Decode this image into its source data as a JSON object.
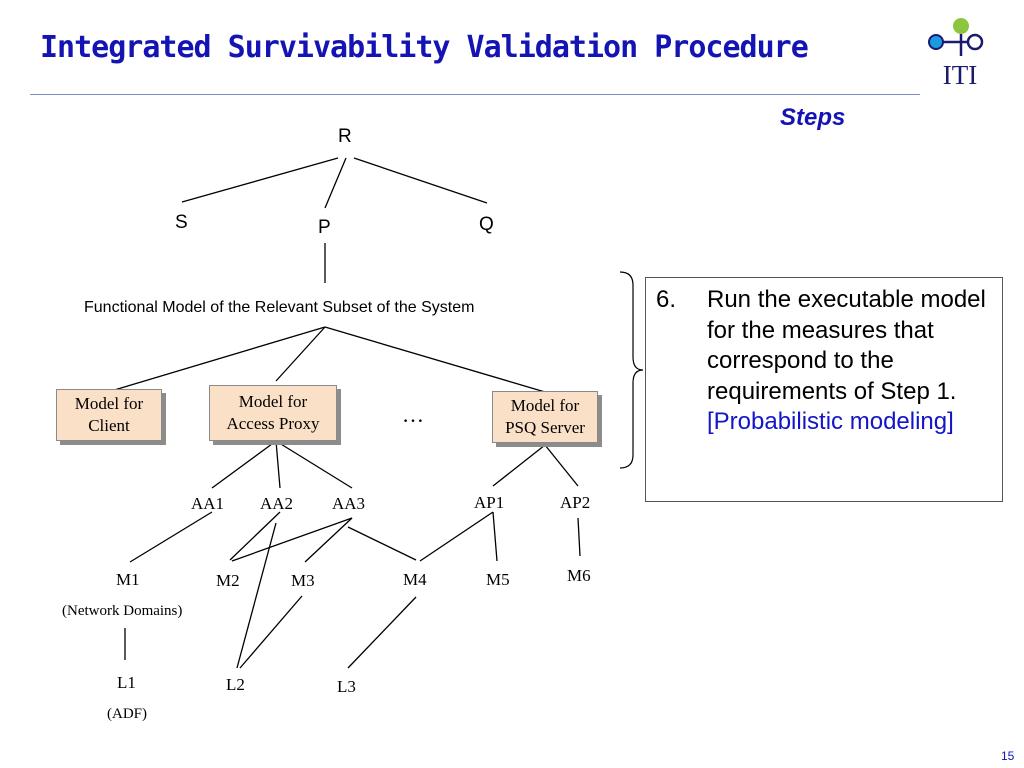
{
  "slide": {
    "title": "Integrated Survivability Validation Procedure",
    "subtitle": "Steps",
    "page_number": "15",
    "logo_text": "ITI",
    "title_color": "#1414b4",
    "box_fill": "#fbe0c8"
  },
  "diagram": {
    "requirements": {
      "root": "R",
      "children": [
        "S",
        "P",
        "Q"
      ]
    },
    "functional_model": "Functional Model of the Relevant Subset of the System",
    "models": [
      {
        "line1": "Model for",
        "line2": "Client"
      },
      {
        "line1": "Model for",
        "line2": "Access Proxy"
      },
      {
        "line1": "Model for",
        "line2": "PSQ Server"
      }
    ],
    "ellipsis": "…",
    "actions": [
      "AA1",
      "AA2",
      "AA3",
      "AP1",
      "AP2"
    ],
    "methods": [
      "M1",
      "M2",
      "M3",
      "M4",
      "M5",
      "M6"
    ],
    "m1_note": "(Network Domains)",
    "levels": [
      "L1",
      "L2",
      "L3"
    ],
    "l1_note": "(ADF)"
  },
  "step": {
    "number": "6.",
    "text": "Run the executable model for the measures that correspond to the requirements of Step 1.",
    "emphasis": "[Probabilistic modeling]"
  }
}
